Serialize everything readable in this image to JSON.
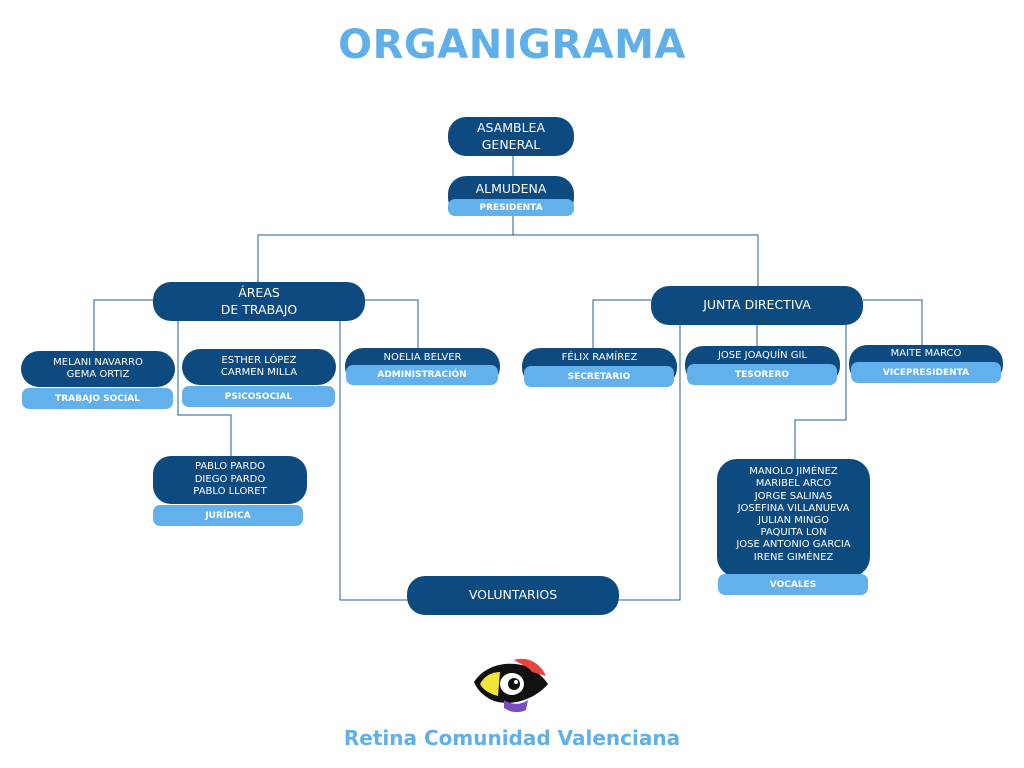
{
  "title": "ORGANIGRAMA",
  "nodes": {
    "asamblea": [
      "ASAMBLEA",
      "GENERAL"
    ],
    "almudena": "ALMUDENA",
    "almudena_role": "PRESIDENTA",
    "areas": [
      "ÁREAS",
      "DE TRABAJO"
    ],
    "junta": "JUNTA DIRECTIVA",
    "trabajo_social": [
      "MELANI NAVARRO",
      "GEMA ORTIZ"
    ],
    "trabajo_social_role": "TRABAJO SOCIAL",
    "psicosocial": [
      "ESTHER LÓPEZ",
      "CARMEN MILLA"
    ],
    "psicosocial_role": "PSICOSOCIAL",
    "administracion": "NOELIA BELVER",
    "administracion_role": "ADMINISTRACIÓN",
    "juridica": [
      "PABLO PARDO",
      "DIEGO PARDO",
      "PABLO LLORET"
    ],
    "juridica_role": "JURÍDICA",
    "secretario": "FÉLIX RAMÍREZ",
    "secretario_role": "SECRETARIO",
    "tesorero": "JOSE JOAQUÍN GIL",
    "tesorero_role": "TESORERO",
    "vicepresidenta": "MAITE MARCO",
    "vicepresidenta_role": "VICEPRESIDENTA",
    "vocales": [
      "MANOLO JIMÉNEZ",
      "MARIBEL ARCO",
      "JORGE SALINAS",
      "JOSEFINA VILLANUEVA",
      "JULIAN MINGO",
      "PAQUITA LON",
      "JOSE ANTONIO GARCIA",
      "IRENE GIMÉNEZ"
    ],
    "vocales_role": "VOCALES",
    "voluntarios": "VOLUNTARIOS"
  },
  "footer": "Retina Comunidad Valenciana",
  "colors": {
    "node": "#0d4a80",
    "role": "#62b1ed",
    "title": "#5fb0ea",
    "line": "#1f5f96"
  }
}
